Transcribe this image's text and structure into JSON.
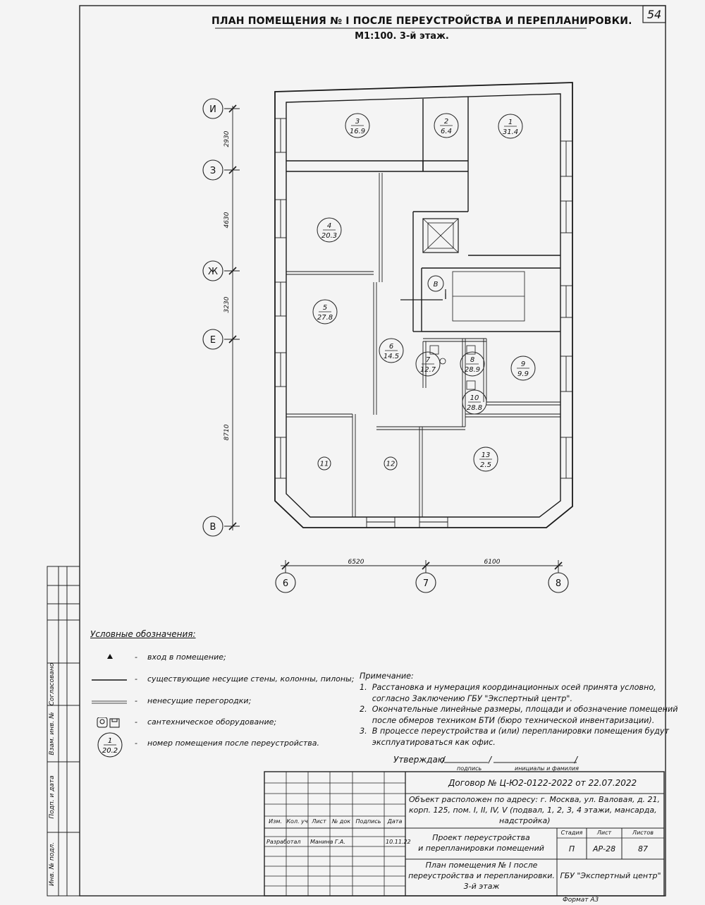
{
  "page_number": "54",
  "title": {
    "line1": "ПЛАН ПОМЕЩЕНИЯ № I ПОСЛЕ ПЕРЕУСТРОЙСТВА И ПЕРЕПЛАНИРОВКИ.",
    "line2": "М1:100. 3-й этаж."
  },
  "axes": {
    "rows": [
      "И",
      "З",
      "Ж",
      "Е",
      "В"
    ],
    "columns": [
      "6",
      "7",
      "8"
    ],
    "row_dims": [
      "2930",
      "4630",
      "3230",
      "8710"
    ],
    "col_dims": [
      "6520",
      "6100"
    ]
  },
  "rooms": [
    {
      "num": "1",
      "area": "31.4"
    },
    {
      "num": "2",
      "area": "6.4"
    },
    {
      "num": "3",
      "area": "16.9"
    },
    {
      "num": "4",
      "area": "20.3"
    },
    {
      "num": "5",
      "area": "27.8"
    },
    {
      "num": "6",
      "area": "14.5"
    },
    {
      "num": "7",
      "area": "12.7"
    },
    {
      "num": "8",
      "area": "28.9"
    },
    {
      "num": "9",
      "area": "9.9"
    },
    {
      "num": "10",
      "area": "28.8"
    },
    {
      "num": "11",
      "area": ""
    },
    {
      "num": "12",
      "area": ""
    },
    {
      "num": "13",
      "area": "2.5"
    }
  ],
  "entrance_mark": {
    "letter": "В",
    "roman": "I"
  },
  "side_stamp": [
    "Согласовано",
    "Взам. инв. №",
    "Подп. и дата",
    "Инв. № подл."
  ],
  "legend": {
    "title": "Условные обозначения:",
    "items": [
      {
        "icon": "entrance-triangle-icon",
        "dash": "-",
        "text": "вход в помещение;"
      },
      {
        "icon": "load-bearing-wall-line-icon",
        "dash": "-",
        "text": "существующие несущие стены, колонны, пилоны;"
      },
      {
        "icon": "partition-double-line-icon",
        "dash": "-",
        "text": "ненесущие перегородки;"
      },
      {
        "icon": "sanitary-equipment-icon",
        "dash": "-",
        "text": "сантехническое оборудование;"
      },
      {
        "icon": "room-number-icon",
        "dash": "-",
        "text": "номер помещения после переустройства.",
        "sample_num": "1",
        "sample_area": "20.2"
      }
    ]
  },
  "notes": {
    "title": "Примечание:",
    "items": [
      "1.  Расстановка и нумерация координационных осей принята условно,",
      "     согласно Заключению ГБУ \"Экспертный центр\".",
      "2.  Окончательные линейные размеры, площади и обозначение помещений",
      "     после обмеров техником БТИ (бюро технической инвентаризации).",
      "3.  В процессе переустройства и (или) перепланировки помещения будут",
      "     эксплуатироваться как офис."
    ]
  },
  "approve": {
    "label": "Утверждаю",
    "sub1": "подпись",
    "sub2": "инициалы и фамилия"
  },
  "stamp": {
    "contract": "Договор № Ц-Ю2-0122-2022 от 22.07.2022",
    "address": [
      "Объект расположен по адресу: г. Москва, ул. Валовая, д. 21,",
      "корп. 125, пом. I, II, IV, V (подвал, 1, 2, 3, 4 этажи, мансарда,",
      "надстройка)"
    ],
    "headers": [
      "Изм.",
      "Кол. уч",
      "Лист",
      "№ док",
      "Подпись",
      "Дата"
    ],
    "developer": {
      "role": "Разработал",
      "name": "Манина Г.А.",
      "date": "10.11.22"
    },
    "project": [
      "Проект переустройства",
      "и перепланировки помещений"
    ],
    "stage_headers": [
      "Стадия",
      "Лист",
      "Листов"
    ],
    "stage_values": [
      "П",
      "АР-28",
      "87"
    ],
    "sheet_title": [
      "План помещения № I после",
      "переустройства и перепланировки.",
      "3-й этаж"
    ],
    "org": "ГБУ \"Экспертный центр\"",
    "format": "Формат А3"
  }
}
